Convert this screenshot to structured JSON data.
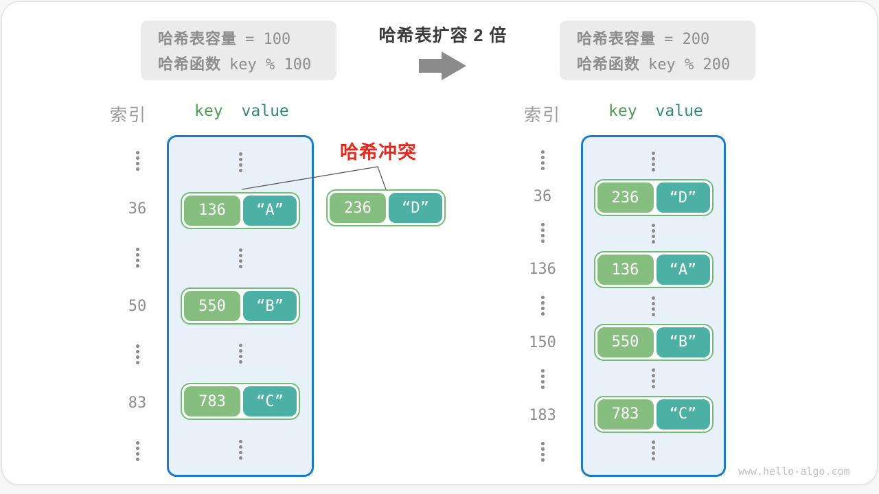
{
  "title": "哈希表扩容 2 倍",
  "watermark": "www.hello-algo.com",
  "info_boxes": {
    "before": {
      "capacity_label": "哈希表容量",
      "capacity_value": "= 100",
      "function_label": "哈希函数",
      "function_value": "key % 100"
    },
    "after": {
      "capacity_label": "哈希表容量",
      "capacity_value": "= 200",
      "function_label": "哈希函数",
      "function_value": "key % 200"
    }
  },
  "collision_label": "哈希冲突",
  "floating_pair": {
    "key": "236",
    "value": "“D”"
  },
  "tables": {
    "left": {
      "index_header": "索引",
      "key_header": "key",
      "value_header": "value",
      "rows": [
        {
          "type": "dots"
        },
        {
          "type": "entry",
          "index": "36",
          "key": "136",
          "value": "“A”"
        },
        {
          "type": "dots"
        },
        {
          "type": "entry",
          "index": "50",
          "key": "550",
          "value": "“B”"
        },
        {
          "type": "dots"
        },
        {
          "type": "entry",
          "index": "83",
          "key": "783",
          "value": "“C”"
        },
        {
          "type": "dots"
        }
      ]
    },
    "right": {
      "index_header": "索引",
      "key_header": "key",
      "value_header": "value",
      "rows": [
        {
          "type": "dots"
        },
        {
          "type": "entry",
          "index": "36",
          "key": "236",
          "value": "“D”"
        },
        {
          "type": "dots"
        },
        {
          "type": "entry",
          "index": "136",
          "key": "136",
          "value": "“A”"
        },
        {
          "type": "dots"
        },
        {
          "type": "entry",
          "index": "150",
          "key": "550",
          "value": "“B”"
        },
        {
          "type": "dots"
        },
        {
          "type": "entry",
          "index": "183",
          "key": "783",
          "value": "“C”"
        },
        {
          "type": "dots"
        }
      ]
    }
  },
  "colors": {
    "key_box_green": "#85be7e",
    "value_box_teal": "#4db0a4",
    "pair_border_green": "#70be74",
    "table_border_blue": "#1b7ac6",
    "table_fill_blue": "#e8f1fa",
    "collision_red": "#e02a20",
    "key_header_green": "#4e9c55",
    "value_header_teal": "#35897c",
    "gray_text": "#8c8c8c",
    "arrow_gray": "#8b8b8b",
    "info_box_bg": "#ebebeb",
    "title_text": "#3a3a3a"
  }
}
